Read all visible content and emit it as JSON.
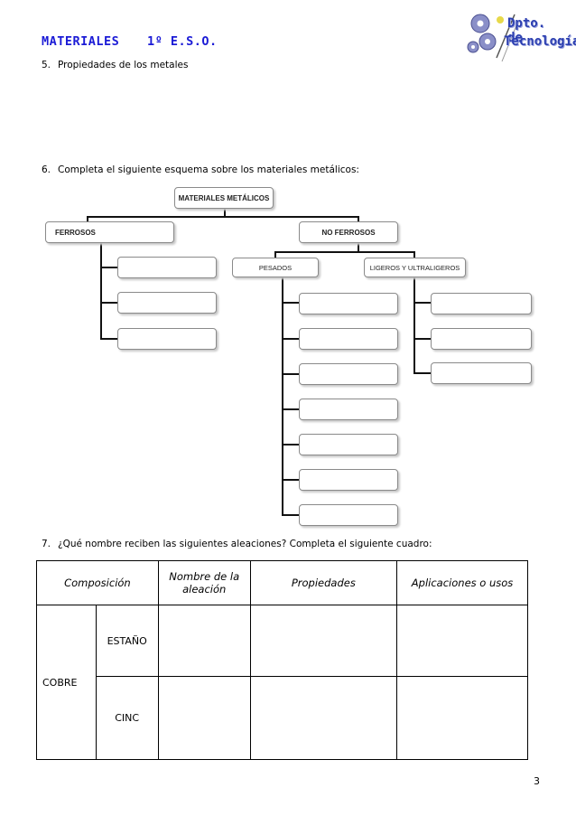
{
  "header": {
    "title": "MATERIALES",
    "course": "1º E.S.O.",
    "logo": {
      "line1": "Dpto. de",
      "line2": "Tecnología",
      "icon": "gears-icon"
    }
  },
  "questions": {
    "q5": {
      "number": "5.",
      "text": "Propiedades de los metales"
    },
    "q6": {
      "number": "6.",
      "text": "Completa el siguiente esquema sobre los materiales metálicos:"
    },
    "q7": {
      "number": "7.",
      "text": "¿Qué nombre reciben las siguientes aleaciones? Completa el siguiente cuadro:"
    }
  },
  "scheme": {
    "root": "MATERIALES METÁLICOS",
    "ferrous": "FERROSOS",
    "nonferrous": "NO FERROSOS",
    "heavy": "PESADOS",
    "light": "LIGEROS Y ULTRALIGEROS"
  },
  "table": {
    "headers": {
      "composition": "Composición",
      "name": "Nombre de la aleación",
      "properties": "Propiedades",
      "uses": "Aplicaciones o usos"
    },
    "base_metal": "COBRE",
    "rows": [
      "ESTAÑO",
      "CINC"
    ]
  },
  "page_number": "3"
}
